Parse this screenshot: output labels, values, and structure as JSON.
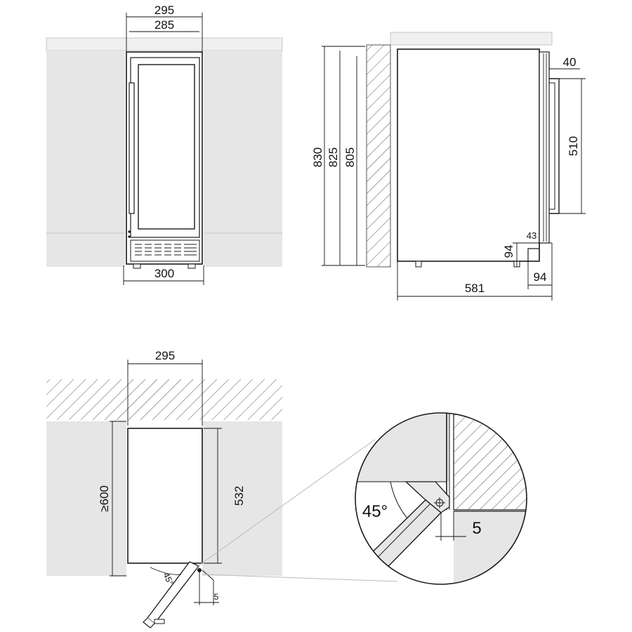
{
  "front_view": {
    "width_outer": "295",
    "width_inner": "285",
    "width_bottom": "300"
  },
  "side_view": {
    "height_830": "830",
    "height_825": "825",
    "height_805": "805",
    "depth": "581",
    "door_offset": "40",
    "handle_length": "510",
    "foot_height": "94",
    "foot_depth": "94",
    "plinth_gap": "43"
  },
  "top_view": {
    "width": "295",
    "min_depth": "≥600",
    "depth": "532",
    "door_angle": "45°",
    "gap": "5"
  },
  "detail_view": {
    "door_angle": "45°",
    "gap": "5"
  }
}
